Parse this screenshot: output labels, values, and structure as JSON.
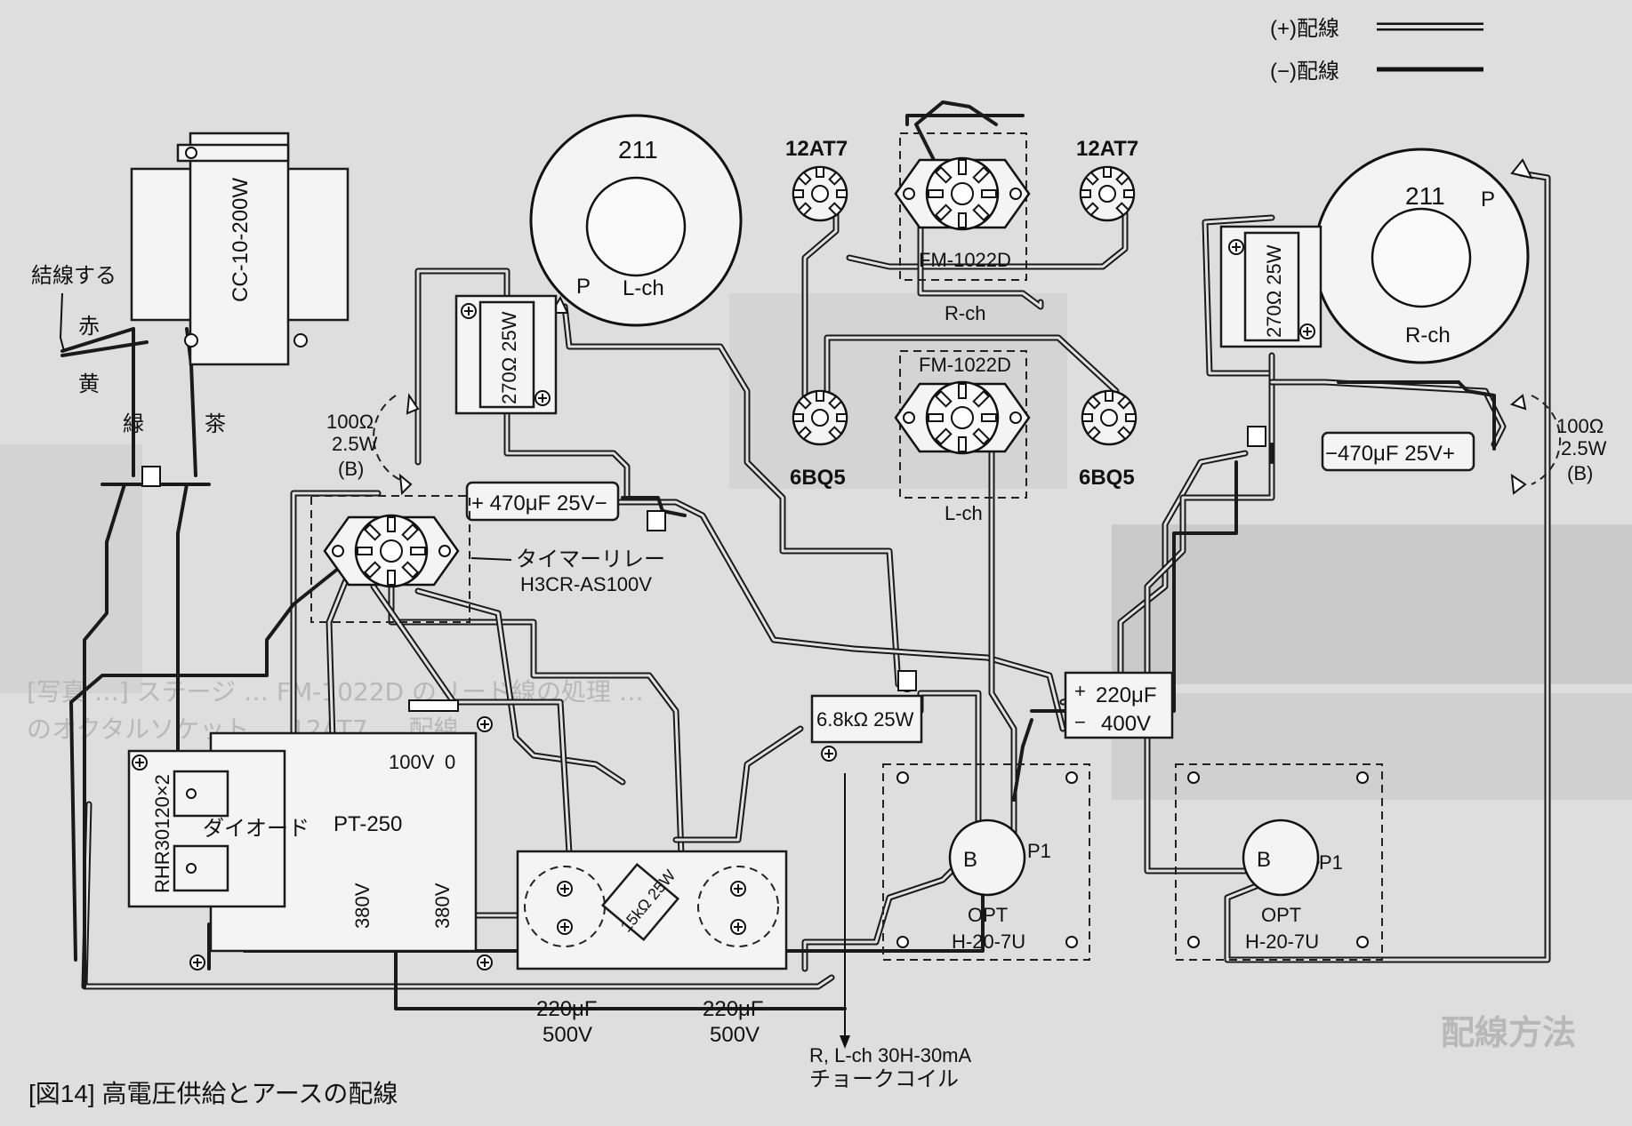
{
  "caption": "[図14]  高電圧供給とアースの配線",
  "legend": {
    "positive": "(+)配線",
    "negative": "(−)配線"
  },
  "labels": {
    "knot": "結線する",
    "red": "赤",
    "yellow": "黄",
    "green": "緑",
    "brown": "茶",
    "choke_transformer": "CC-10-200W",
    "tube_211_l": "211",
    "tube_211_r": "211",
    "plate_l": "P",
    "plate_r": "P",
    "lch_211": "L-ch",
    "rch_211": "R-ch",
    "tube_12at7_l": "12AT7",
    "tube_12at7_r": "12AT7",
    "fm_top": "FM-1022D",
    "fm_top_ch": "R-ch",
    "fm_bottom": "FM-1022D",
    "fm_bottom_ch": "L-ch",
    "tube_6bq5_l": "6BQ5",
    "tube_6bq5_r": "6BQ5",
    "res_270_l": "270Ω 25W",
    "res_270_r": "270Ω 25W",
    "cap_470_l": "+ 470μF 25V−",
    "cap_470_r": "−470μF 25V+",
    "res_100_l1": "100Ω",
    "res_100_l2": "2.5W",
    "res_100_l3": "(B)",
    "res_100_r1": "100Ω",
    "res_100_r2": "2.5W",
    "res_100_r3": "(B)",
    "relay_name": "タイマーリレー",
    "relay_part": "H3CR-AS100V",
    "cap_220_400_1": "220μF",
    "cap_220_400_2": "400V",
    "res_6k8": "6.8kΩ  25W",
    "diode_part": "RHR30120×2",
    "diode_name": "ダイオード",
    "pt_name": "PT-250",
    "pt_100v": "100V",
    "pt_0": "0",
    "pt_380v_1": "380V",
    "pt_380v_2": "380V",
    "res_15k": "15kΩ 25W",
    "cap_220_500_l1": "220μF",
    "cap_220_500_l2": "500V",
    "cap_220_500_r1": "220μF",
    "cap_220_500_r2": "500V",
    "opt_l_b": "B",
    "opt_l_p": "P1",
    "opt_l_1": "OPT",
    "opt_l_2": "H-20-7U",
    "opt_r_b": "B",
    "opt_r_p": "P1",
    "opt_r_1": "OPT",
    "opt_r_2": "H-20-7U",
    "choke_1": "R, L-ch 30H-30mA",
    "choke_2": "チョークコイル"
  },
  "background_text": {
    "line1": "[写真 …] ステージ … FM-1022D のリード線の処理 …",
    "line2": "のオクタルソケット … 12AT7 … 配線",
    "line3": "配線方法"
  }
}
